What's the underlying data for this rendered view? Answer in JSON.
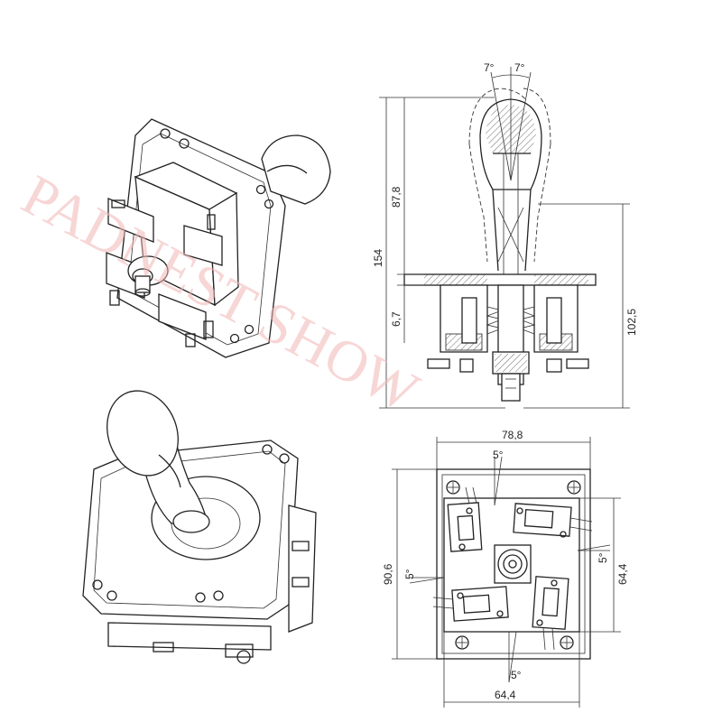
{
  "watermark": "PADNEST SHOW",
  "dimensions": {
    "angle_left": "7°",
    "angle_right": "7°",
    "height_upper": "87,8",
    "height_total": "154",
    "height_lower": "6,7",
    "height_side": "102,5",
    "width_top": "78,8",
    "angle_top": "5°",
    "height_left": "90,6",
    "angle_left_side": "5°",
    "angle_right_side": "5°",
    "height_right": "64,4",
    "angle_bottom": "5°",
    "width_bottom": "64,4"
  }
}
